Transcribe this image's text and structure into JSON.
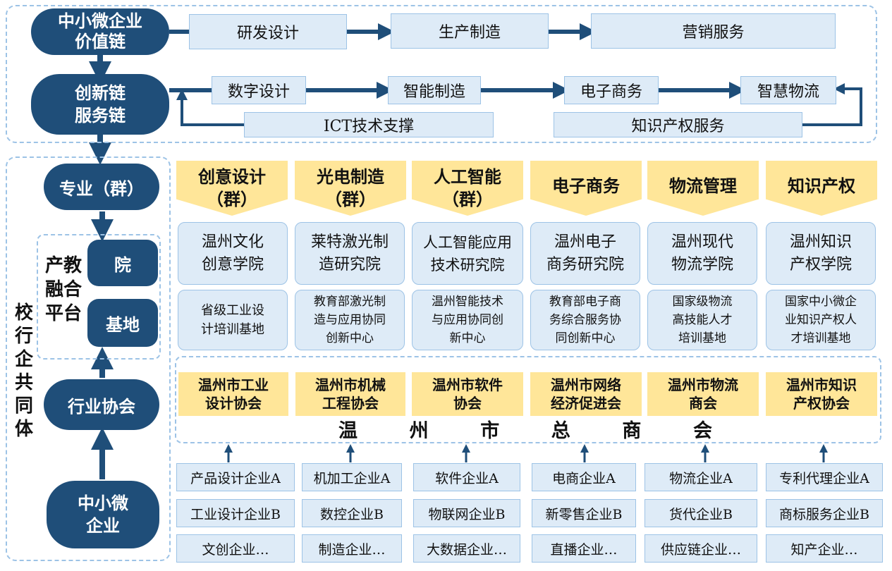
{
  "colors": {
    "navy": "#1f4e79",
    "light_blue": "#deebf7",
    "yellow": "#ffe699",
    "dash": "#9dc3e6"
  },
  "value_chain": {
    "label": "中小微企业价值链",
    "label_lines": [
      "中小微企业",
      "价值链"
    ],
    "stages": [
      "研发设计",
      "生产制造",
      "营销服务"
    ]
  },
  "innovation_chain": {
    "label_lines": [
      "创新链",
      "服务链"
    ],
    "stages": [
      "数字设计",
      "智能制造",
      "电子商务",
      "智慧物流"
    ],
    "support": [
      "ICT技术支撑",
      "知识产权服务"
    ]
  },
  "community": {
    "title_chars": [
      "校",
      "行",
      "企",
      "共",
      "同",
      "体"
    ],
    "major_group": "专业（群）",
    "platform_lines": [
      "产教",
      "融合",
      "平台"
    ],
    "institute": "院",
    "base": "基地",
    "industry_assoc": "行业协会",
    "sme_lines": [
      "中小微",
      "企业"
    ]
  },
  "columns": [
    {
      "major": [
        "创意设计",
        "（群）"
      ],
      "institute": [
        "温州文化",
        "创意学院"
      ],
      "base": [
        "省级工业设",
        "计培训基地"
      ],
      "association": [
        "温州市工业",
        "设计协会"
      ],
      "enterprises": [
        "产品设计企业A",
        "工业设计企业B",
        "文创企业…"
      ]
    },
    {
      "major": [
        "光电制造",
        "（群）"
      ],
      "institute": [
        "莱特激光制",
        "造研究院"
      ],
      "base": [
        "教育部激光制",
        "造与应用协同",
        "创新中心"
      ],
      "association": [
        "温州市机械",
        "工程协会"
      ],
      "enterprises": [
        "机加工企业A",
        "数控企业B",
        "制造企业…"
      ]
    },
    {
      "major": [
        "人工智能",
        "（群）"
      ],
      "institute": [
        "人工智能应用",
        "技术研究院"
      ],
      "base": [
        "温州智能技术",
        "与应用协同创",
        "新中心"
      ],
      "association": [
        "温州市软件",
        "协会"
      ],
      "enterprises": [
        "软件企业A",
        "物联网企业B",
        "大数据企业…"
      ]
    },
    {
      "major": [
        "电子商务"
      ],
      "institute": [
        "温州电子",
        "商务研究院"
      ],
      "base": [
        "教育部电子商",
        "务综合服务协",
        "同创新中心"
      ],
      "association": [
        "温州市网络",
        "经济促进会"
      ],
      "enterprises": [
        "电商企业A",
        "新零售企业B",
        "直播企业…"
      ]
    },
    {
      "major": [
        "物流管理"
      ],
      "institute": [
        "温州现代",
        "物流学院"
      ],
      "base": [
        "国家级物流",
        "高技能人才",
        "培训基地"
      ],
      "association": [
        "温州市物流",
        "商会"
      ],
      "enterprises": [
        "物流企业A",
        "货代企业B",
        "供应链企业…"
      ]
    },
    {
      "major": [
        "知识产权"
      ],
      "institute": [
        "温州知识",
        "产权学院"
      ],
      "base": [
        "国家中小微企",
        "业知识产权人",
        "才培训基地"
      ],
      "association": [
        "温州市知识",
        "产权协会"
      ],
      "enterprises": [
        "专利代理企业A",
        "商标服务企业B",
        "知产企业…"
      ]
    }
  ],
  "chamber_chars": [
    "温",
    "州",
    "市",
    "总",
    "商",
    "会"
  ]
}
